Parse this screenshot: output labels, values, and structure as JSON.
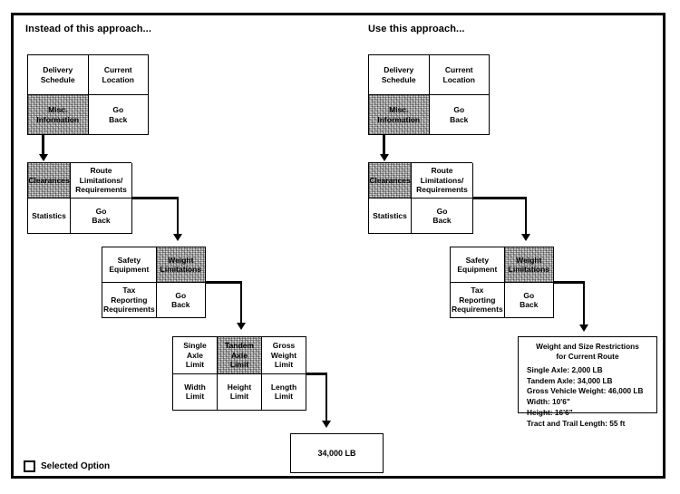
{
  "diagram": {
    "title_left": "Instead of this approach...",
    "title_right": "Use this approach...",
    "legend": {
      "swatch_name": "selected-option-swatch",
      "label": "Selected Option"
    }
  },
  "menus": {
    "main": {
      "cells": [
        {
          "label": "Delivery\nSchedule",
          "selected": false
        },
        {
          "label": "Current\nLocation",
          "selected": false
        },
        {
          "label": "Misc.\nInformation",
          "selected": true
        },
        {
          "label": "Go\nBack",
          "selected": false
        }
      ]
    },
    "misc_info": {
      "cells": [
        {
          "label": "Clearances",
          "selected": true
        },
        {
          "label": "Route\nLimitations/\nRequirements",
          "selected": false
        },
        {
          "label": "Statistics",
          "selected": false
        },
        {
          "label": "Go\nBack",
          "selected": false
        }
      ]
    },
    "route_limits": {
      "cells": [
        {
          "label": "Safety\nEquipment",
          "selected": false
        },
        {
          "label": "Weight\nLimitations",
          "selected": true
        },
        {
          "label": "Tax\nReporting\nRequirements",
          "selected": false
        },
        {
          "label": "Go\nBack",
          "selected": false
        }
      ]
    },
    "weight_limits": {
      "cells": [
        {
          "label": "Single\nAxle\nLimit",
          "selected": false
        },
        {
          "label": "Tandem\nAxle\nLimit",
          "selected": true
        },
        {
          "label": "Gross\nWeight\nLimit",
          "selected": false
        },
        {
          "label": "Width\nLimit",
          "selected": false
        },
        {
          "label": "Height\nLimit",
          "selected": false
        },
        {
          "label": "Length\nLimit",
          "selected": false
        }
      ]
    }
  },
  "results": {
    "left_value": "34,000 LB",
    "right_panel": {
      "title_line1": "Weight and Size Restrictions",
      "title_line2": "for Current Route",
      "items": [
        "Single Axle:  2,000 LB",
        "Tandem Axle:  34,000 LB",
        "Gross Vehicle Weight:  46,000 LB",
        "Width:  10'6\"",
        "Height:  16'6\"",
        "Tract and Trail Length:  55 ft"
      ]
    }
  }
}
